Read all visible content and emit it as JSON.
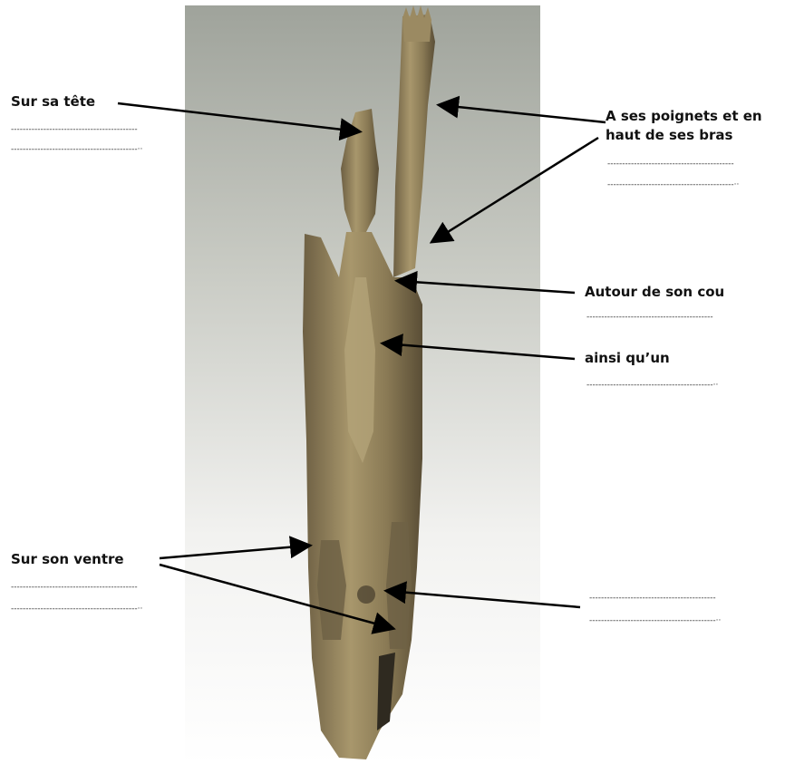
{
  "labels": {
    "head": "Sur sa tête",
    "wrists_line1": "A ses poignets et en",
    "wrists_line2": "haut de ses bras",
    "neck": "Autour de son cou",
    "also": "ainsi qu’un",
    "belly": "Sur son ventre"
  },
  "blanks": {
    "head_1": "-------------------------------------------",
    "head_2": "-------------------------------------------··",
    "wrists_1": "-------------------------------------------",
    "wrists_2": "-------------------------------------------··",
    "neck_1": "-------------------------------------------",
    "also_1": "-------------------------------------------··",
    "belly_1": "-------------------------------------------",
    "belly_2": "-------------------------------------------··",
    "right_1": "-------------------------------------------",
    "right_2": "-------------------------------------------··"
  },
  "colors": {
    "arrow": "#000000",
    "background_top": "#9fa39b",
    "background_bottom": "#ffffff",
    "wood": "#8c7a55"
  }
}
